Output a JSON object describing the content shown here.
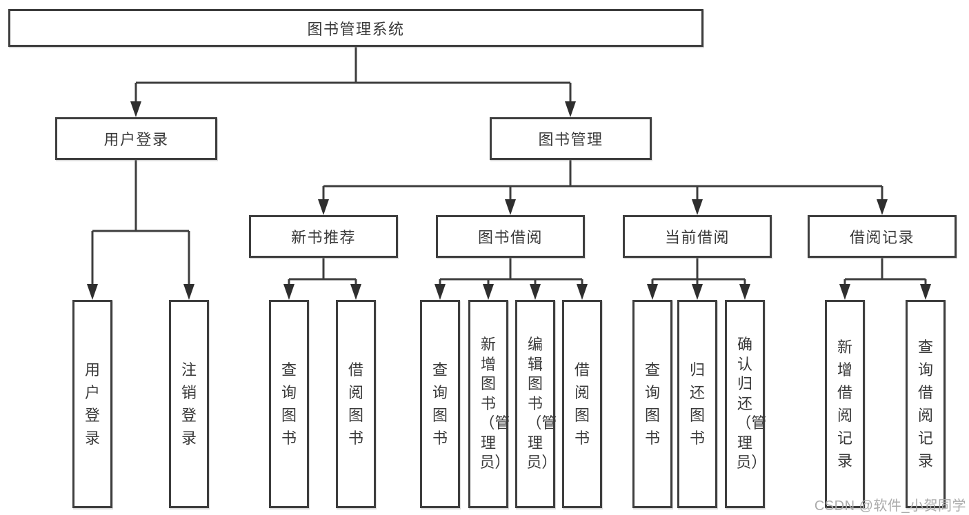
{
  "diagram": {
    "root": {
      "label": "图书管理系统"
    },
    "level2": [
      {
        "label": "用户登录"
      },
      {
        "label": "图书管理"
      }
    ],
    "level3": [
      {
        "label": "新书推荐"
      },
      {
        "label": "图书借阅"
      },
      {
        "label": "当前借阅"
      },
      {
        "label": "借阅记录"
      }
    ],
    "leaves": [
      {
        "label": "用户登录"
      },
      {
        "label": "注销登录"
      },
      {
        "label": "查询图书"
      },
      {
        "label": "借阅图书"
      },
      {
        "label": "查询图书"
      },
      {
        "label": "新增图书（管理员）"
      },
      {
        "label": "编辑图书（管理员）"
      },
      {
        "label": "借阅图书"
      },
      {
        "label": "查询图书"
      },
      {
        "label": "归还图书"
      },
      {
        "label": "确认归还（管理员）"
      },
      {
        "label": "新增借阅记录"
      },
      {
        "label": "查询借阅记录"
      }
    ]
  },
  "watermark": {
    "text": "CSDN @软件_小贺同学"
  },
  "colors": {
    "line": "#3d3d3d",
    "arrow": "#2e2e2e",
    "border": "#3e3e3e",
    "text": "#3a3a3a",
    "box_fill": "#ffffff",
    "watermark": "#ababab"
  }
}
